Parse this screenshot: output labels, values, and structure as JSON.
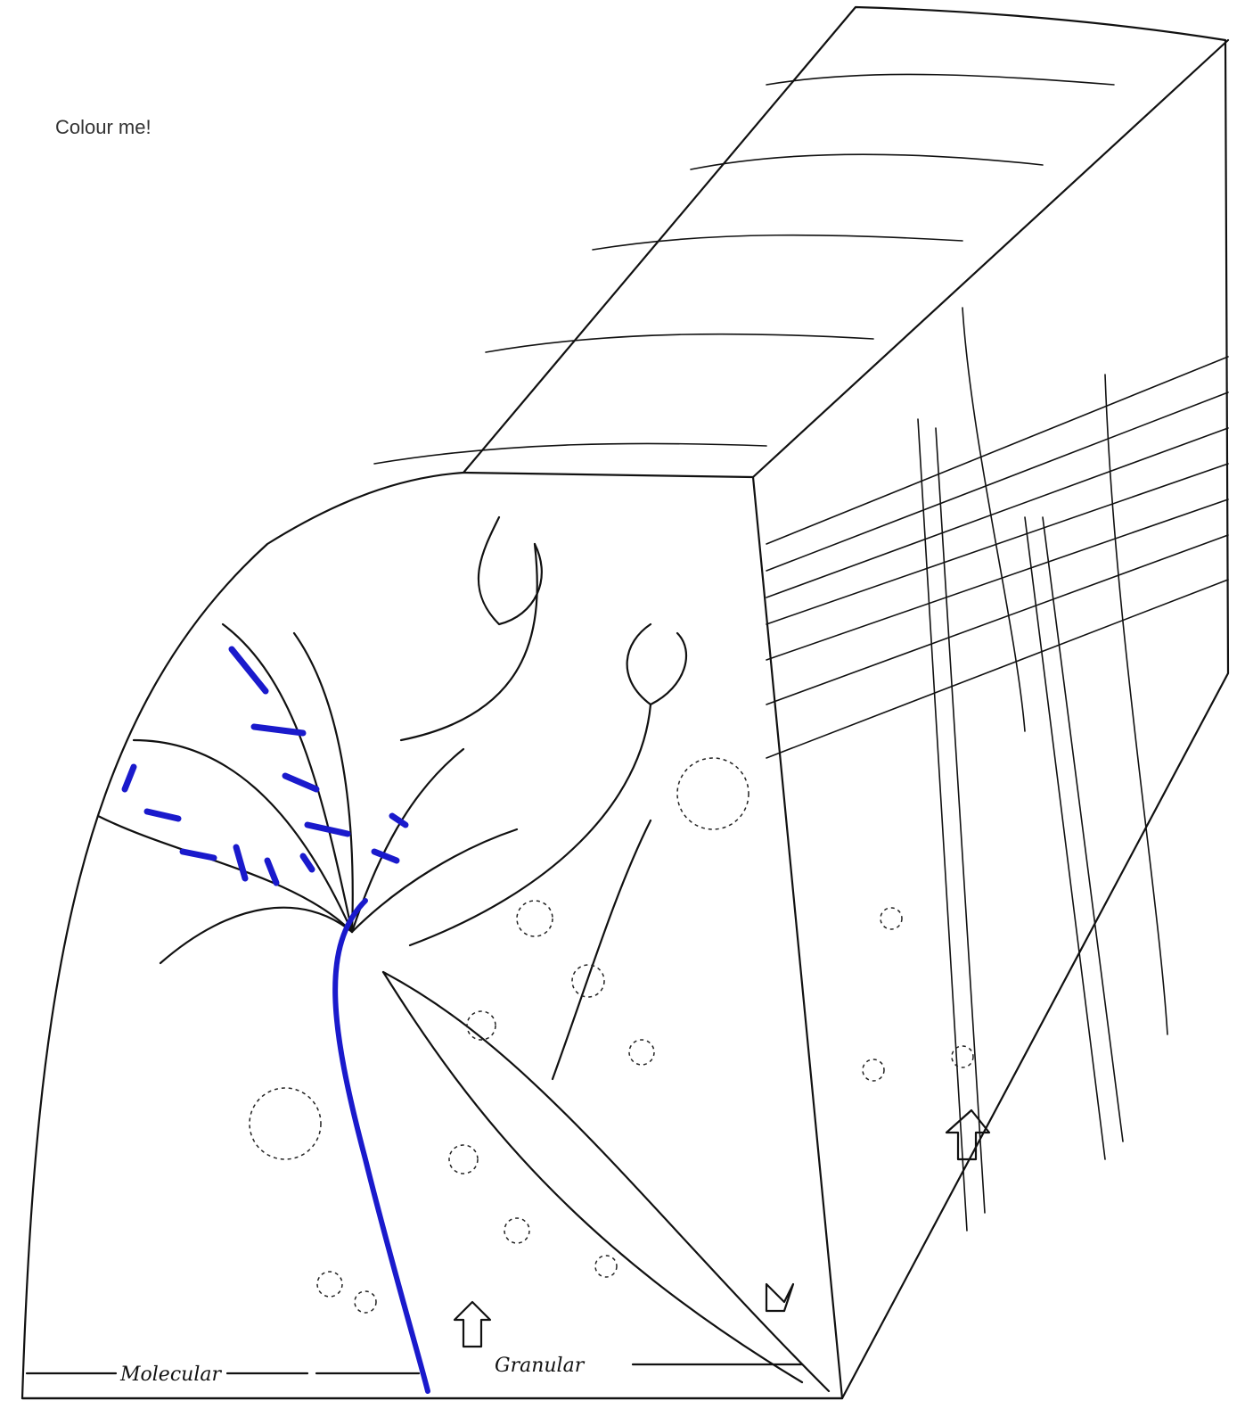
{
  "caption": "Colour me!",
  "labels": {
    "molecular": "Molecular",
    "granular": "Granular"
  },
  "colors": {
    "ink": "#111111",
    "highlight": "#1a1acc",
    "paper": "#ffffff"
  }
}
